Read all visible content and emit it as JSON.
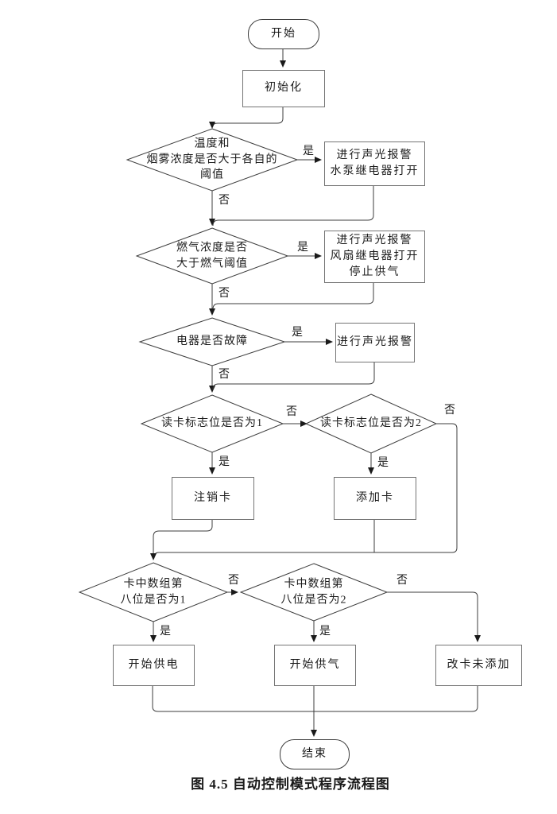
{
  "caption": "图 4.5 自动控制模式程序流程图",
  "edge_labels": {
    "yes": "是",
    "no": "否"
  },
  "colors": {
    "line": "#3c3c3c",
    "box_border": "#757575",
    "text": "#1a1a1a",
    "background": "#ffffff"
  },
  "nodes": {
    "start": {
      "label": "开始"
    },
    "init": {
      "label": "初始化"
    },
    "check_temp_smoke": {
      "line1": "温度和",
      "line2": "烟雾浓度是否大于各自的",
      "line3": "阈值"
    },
    "alarm_pump": {
      "line1": "进行声光报警",
      "line2": "水泵继电器打开"
    },
    "check_gas": {
      "line1": "燃气浓度是否",
      "line2": "大于燃气阈值"
    },
    "alarm_fan": {
      "line1": "进行声光报警",
      "line2": "风扇继电器打开",
      "line3": "停止供气"
    },
    "check_fault": {
      "label": "电器是否故障"
    },
    "alarm_only": {
      "label": "进行声光报警"
    },
    "check_card_flag_1": {
      "label": "读卡标志位是否为1"
    },
    "check_card_flag_2": {
      "label": "读卡标志位是否为2"
    },
    "deregister_card": {
      "label": "注销卡"
    },
    "add_card": {
      "label": "添加卡"
    },
    "check_bit8_1": {
      "line1": "卡中数组第",
      "line2": "八位是否为1"
    },
    "check_bit8_2": {
      "line1": "卡中数组第",
      "line2": "八位是否为2"
    },
    "start_power": {
      "label": "开始供电"
    },
    "start_gas": {
      "label": "开始供气"
    },
    "card_not_added": {
      "label": "改卡未添加"
    },
    "end": {
      "label": "结束"
    }
  }
}
